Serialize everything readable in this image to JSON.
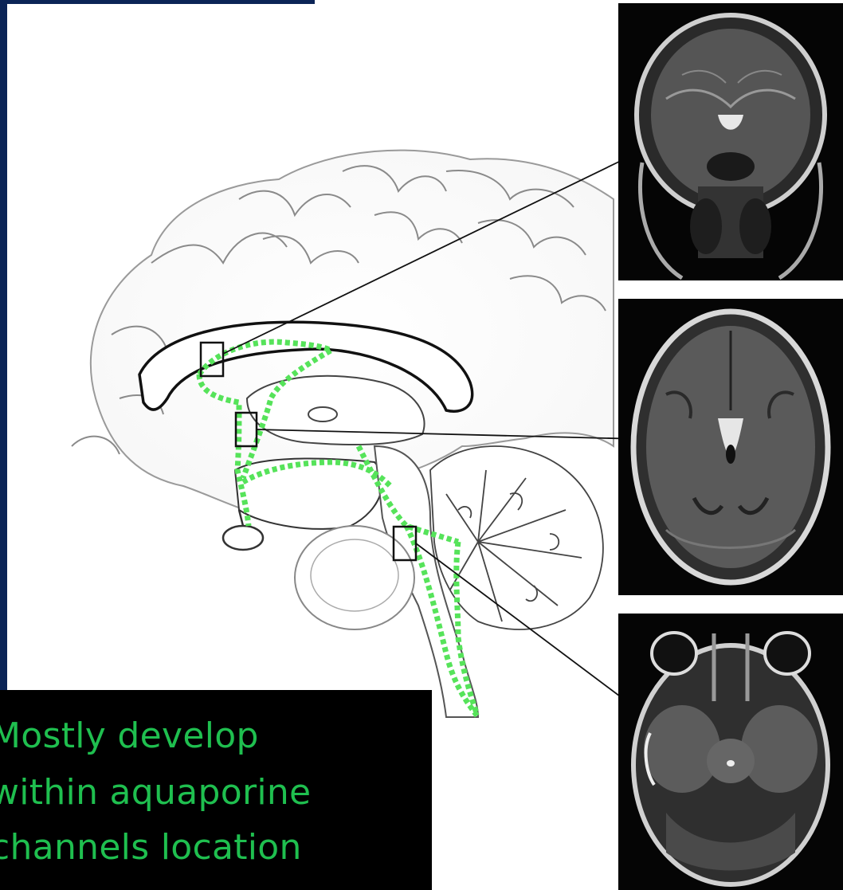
{
  "caption": {
    "lines": [
      "Mostly develop",
      "within aquaporine",
      "channels location"
    ],
    "color": "#1fbf4f"
  },
  "colors": {
    "navy": "#0b2456",
    "csf_pathway": "#56e35a",
    "outline": "#1a1a1a",
    "mri_bg": "#050505"
  },
  "images": [
    {
      "name": "mri-coronal",
      "view": "coronal"
    },
    {
      "name": "mri-axial-ventricles",
      "view": "axial"
    },
    {
      "name": "mri-axial-brainstem",
      "view": "axial"
    }
  ],
  "callouts": [
    "periventricular",
    "third-ventricle",
    "brainstem"
  ]
}
